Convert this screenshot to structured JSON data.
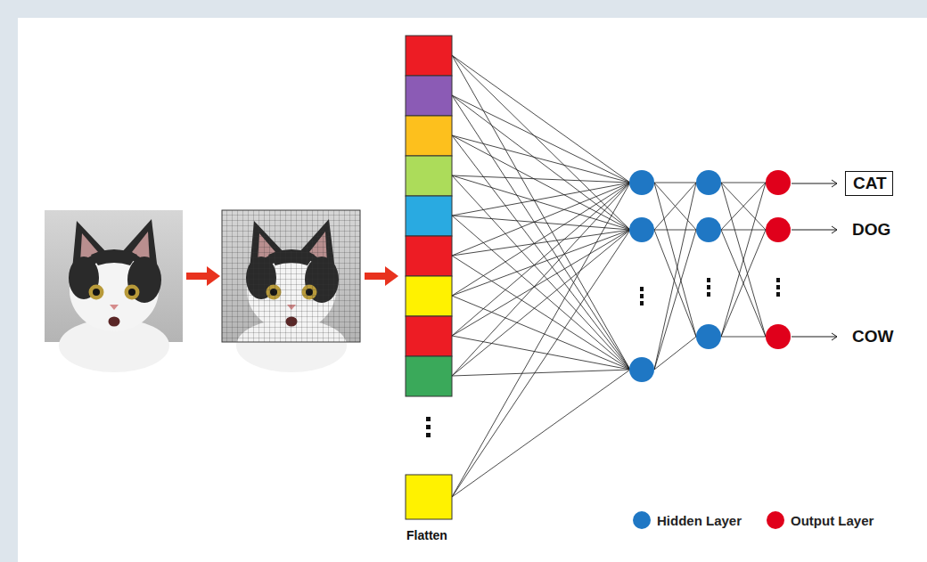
{
  "diagram": {
    "nodes": [
      {
        "text": [
          "CAT"
        ]
      }
    ],
    "labels": [
      "DOG",
      "COW",
      "Flatten"
    ],
    "legend": [
      {
        "text": "Hidden Layer",
        "color": "#1f77c4"
      },
      {
        "text": "Output Layer",
        "color": "#e0001b"
      }
    ]
  }
}
